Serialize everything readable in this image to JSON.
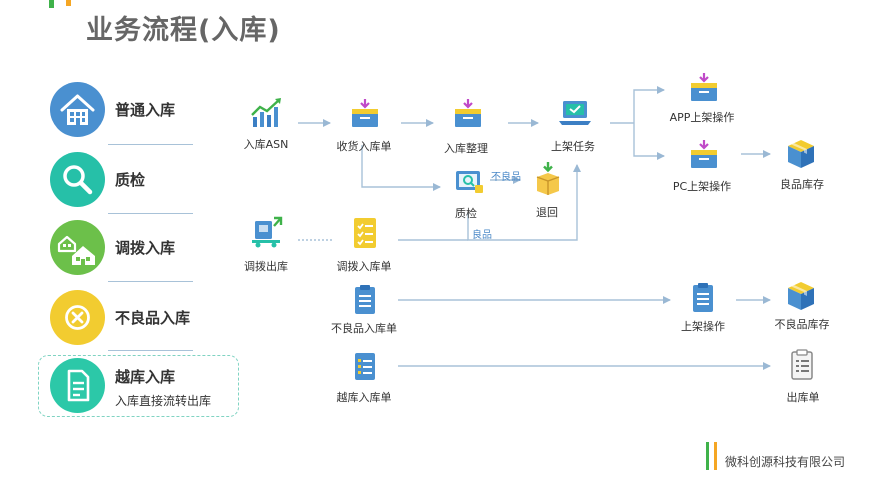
{
  "title": "业务流程(入库)",
  "colors": {
    "green": "#3fb24a",
    "orange": "#f5a623",
    "blue": "#4a88c7",
    "line": "#a8c2d8"
  },
  "categories": [
    {
      "label": "普通入库",
      "icon": "house-building-icon",
      "color": "#4a90d0"
    },
    {
      "label": "质检",
      "icon": "magnifier-icon",
      "color": "#26c0a8"
    },
    {
      "label": "调拨入库",
      "icon": "two-houses-icon",
      "color": "#6cc04a"
    },
    {
      "label": "不良品入库",
      "icon": "circle-x-icon",
      "color": "#f2cc30"
    },
    {
      "label": "越库入库",
      "sub": "入库直接流转出库",
      "icon": "document-icon",
      "color": "#2cc8a8"
    }
  ],
  "nodes": {
    "asn": "入库ASN",
    "receive_order": "收货入库单",
    "organize": "入库整理",
    "putaway_task": "上架任务",
    "app_putaway": "APP上架操作",
    "pc_putaway": "PC上架操作",
    "good_stock": "良品库存",
    "inspect": "质检",
    "return": "退回",
    "transfer_out": "调拨出库",
    "transfer_in_order": "调拨入库单",
    "defect_in_order": "不良品入库单",
    "putaway_op": "上架操作",
    "defect_stock": "不良品库存",
    "cross_order": "越库入库单",
    "outbound_order": "出库单"
  },
  "edge_labels": {
    "defective": "不良品",
    "good": "良品"
  },
  "footer": "微科创源科技有限公司"
}
